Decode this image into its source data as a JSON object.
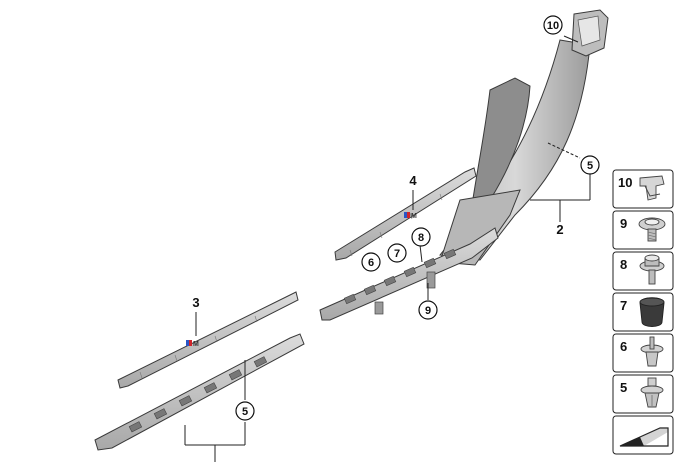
{
  "callouts": {
    "part_2": "2",
    "part_3": "3",
    "part_4": "4",
    "part_5a": "5",
    "part_5b": "5",
    "part_6": "6",
    "part_7": "7",
    "part_8": "8",
    "part_9": "9",
    "part_10": "10"
  },
  "parts_panel": {
    "items": [
      {
        "number": "10",
        "icon": "clip-icon"
      },
      {
        "number": "9",
        "icon": "screw-icon"
      },
      {
        "number": "8",
        "icon": "flange-screw-icon"
      },
      {
        "number": "7",
        "icon": "rubber-plug-icon"
      },
      {
        "number": "6",
        "icon": "push-rivet-icon"
      },
      {
        "number": "5",
        "icon": "expanding-rivet-icon"
      }
    ],
    "footer_icon": "shim-wedge-icon"
  },
  "colors": {
    "part_fill": "#c9c9c9",
    "part_dark": "#8d8d8d",
    "outline": "#3a3a3a",
    "accent_blue": "#2a56c6",
    "accent_red": "#d0242a"
  }
}
